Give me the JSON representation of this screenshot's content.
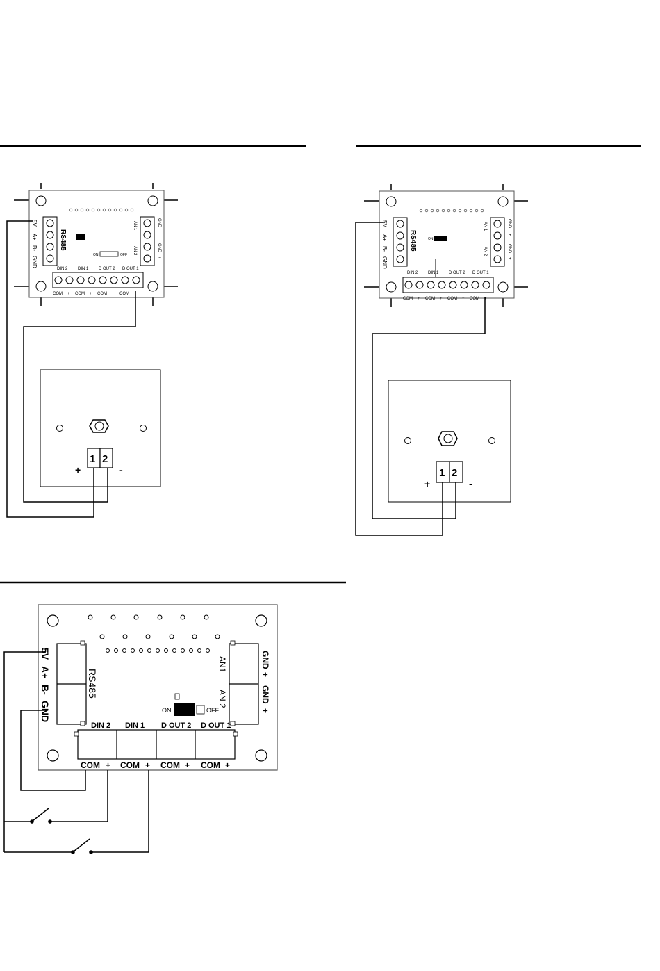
{
  "colors": {
    "ink": "#000000",
    "paper": "#ffffff",
    "board_edge": "#555555",
    "pad": "#f2f2f2"
  },
  "board": {
    "rs485": "RS485",
    "rs485_pins": [
      "5V",
      "A+",
      "B-",
      "GND"
    ],
    "an1": "AN 1",
    "an2": "AN 2",
    "an_right": [
      "GND",
      "+",
      "GND",
      "+"
    ],
    "dip_on": "ON",
    "dip_off": "OFF",
    "top_labels": [
      "DIN 2",
      "DIN 1",
      "D OUT 2",
      "D OUT 1"
    ],
    "bottom_labels": [
      "COM",
      "+",
      "COM",
      "+",
      "COM",
      "+",
      "COM",
      "+"
    ]
  },
  "board_large": {
    "rs485": "RS485",
    "rs485_pins": [
      "5V",
      "A+",
      "B-",
      "GND"
    ],
    "an1": "AN1",
    "an2": "AN 2",
    "an1_right": [
      "GND",
      "+"
    ],
    "an2_right": [
      "GND",
      "+"
    ],
    "dip_on": "ON",
    "dip_off": "OFF",
    "top_labels": [
      "DIN 2",
      "DIN 1",
      "D OUT 2",
      "D OUT 1"
    ],
    "bottom_labels": [
      "COM",
      "+",
      "COM",
      "+",
      "COM",
      "+",
      "COM",
      "+"
    ]
  },
  "sensor": {
    "terminal_1": "1",
    "terminal_2": "2",
    "plus": "+",
    "minus": "-"
  }
}
